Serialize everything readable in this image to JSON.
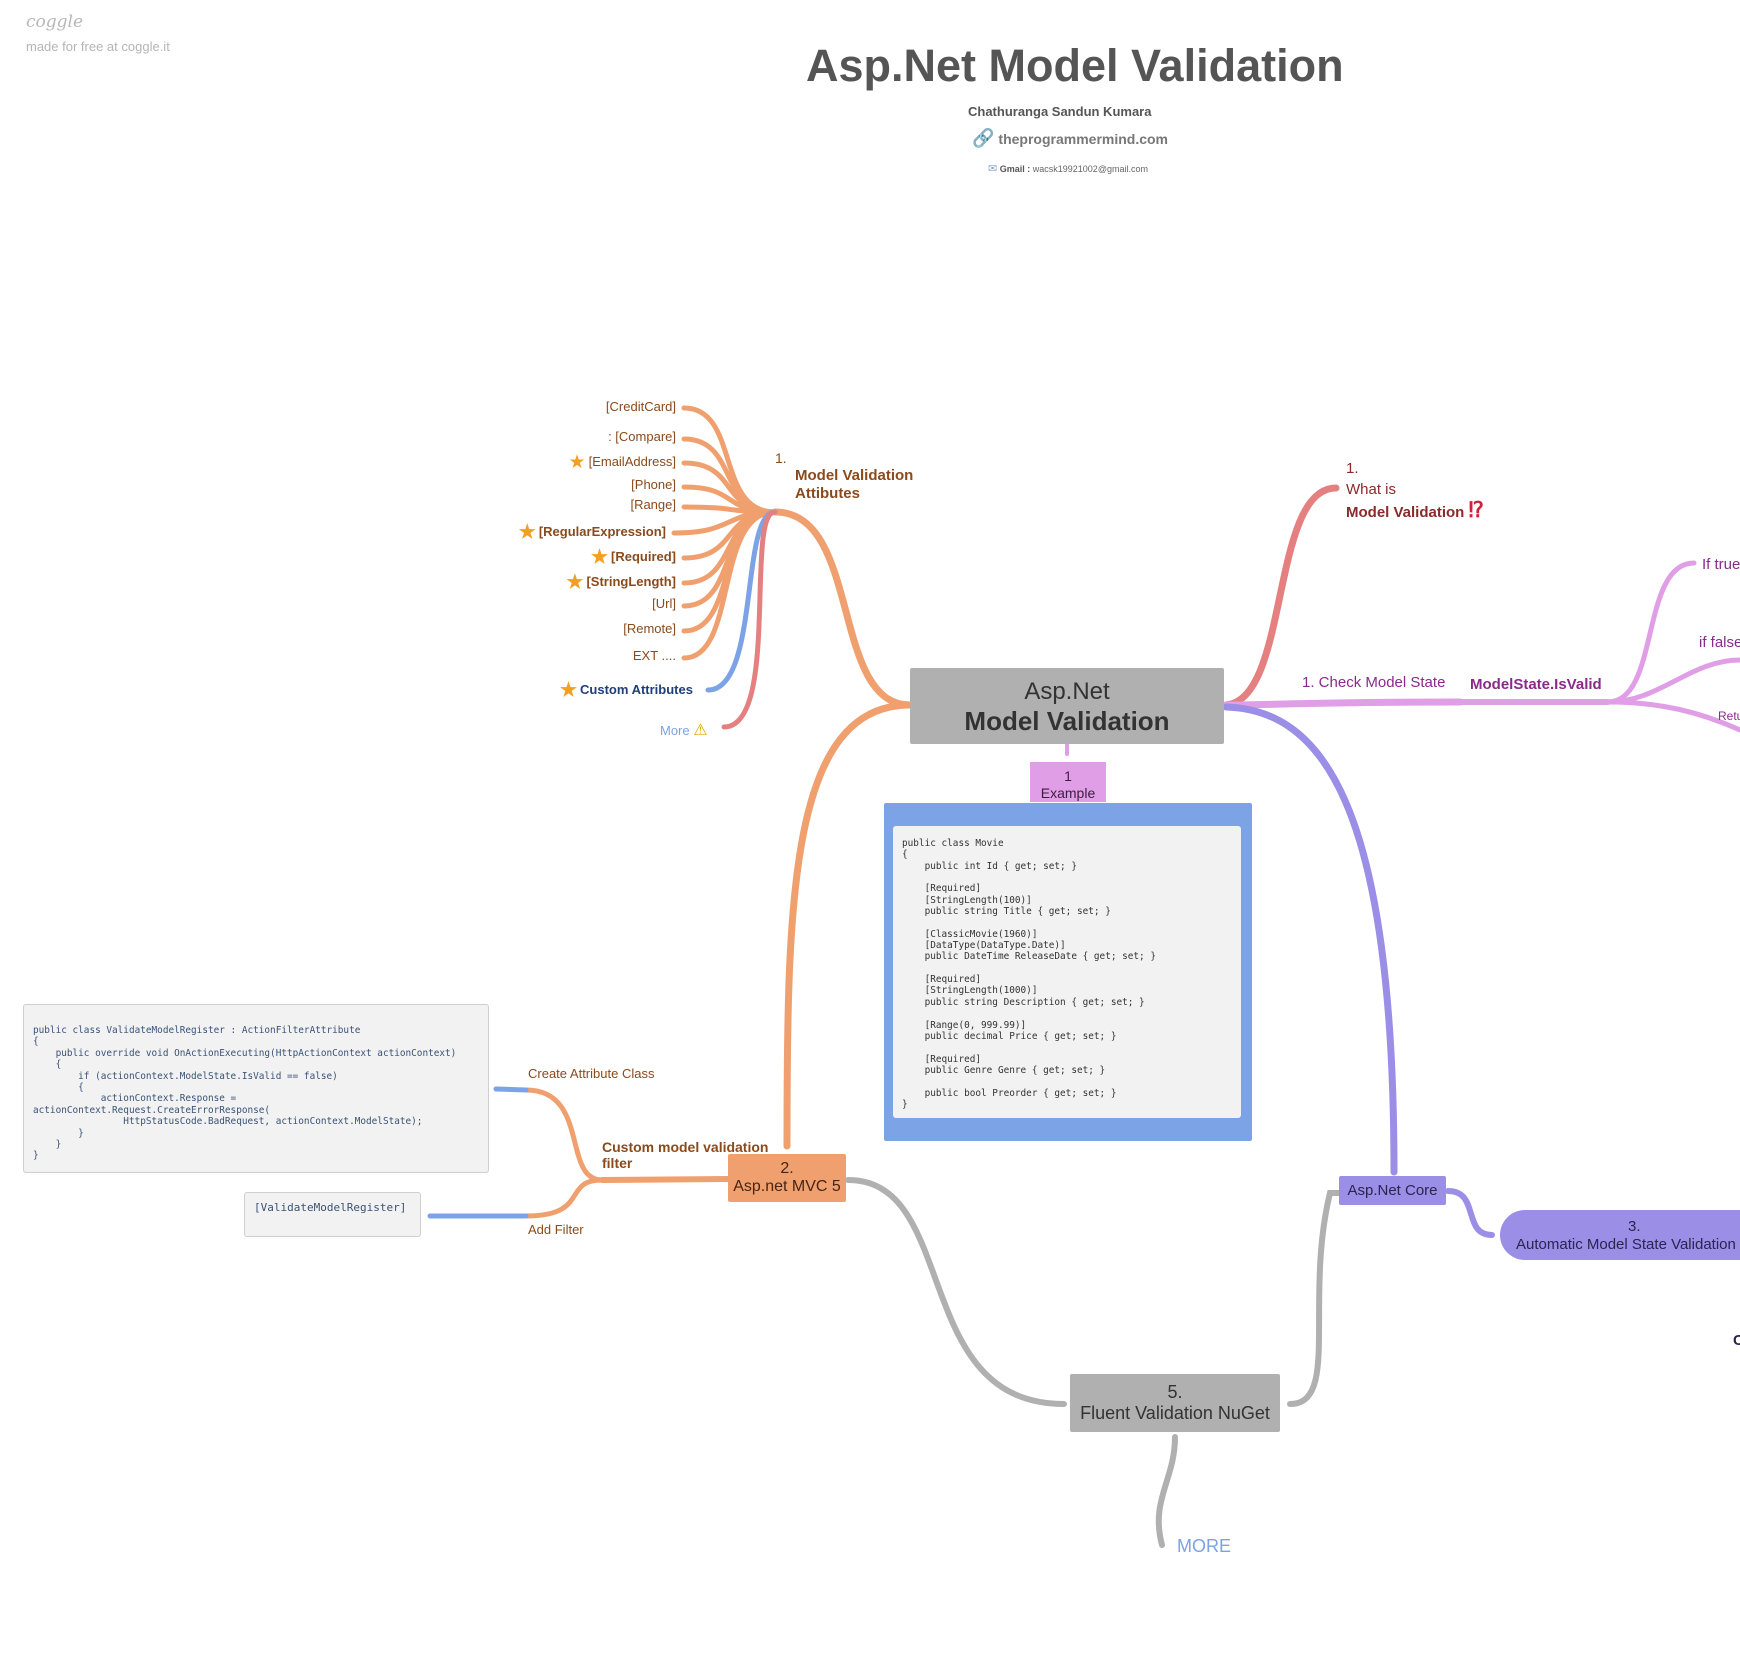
{
  "brand": {
    "logo": "coggle",
    "tagline": "made for free at coggle.it"
  },
  "header": {
    "title": "Asp.Net Model Validation",
    "author": "Chathuranga Sandun Kumara",
    "link_icon": "link-icon",
    "website": "theprogrammermind.com",
    "mail_icon": "envelope-icon",
    "gmail_label": "Gmail :",
    "gmail_address": "wacsk19921002@gmail.com"
  },
  "central": {
    "line1": "Asp.Net",
    "line2": "Model Validation"
  },
  "attributes_node": {
    "number": "1.",
    "title_line1": "Model Validation",
    "title_line2": "Attibutes"
  },
  "attributes": [
    {
      "label": "[CreditCard]",
      "starred": false,
      "bold": false
    },
    {
      "label": ": [Compare]",
      "starred": false,
      "bold": false
    },
    {
      "label": "[EmailAddress]",
      "starred": true,
      "bold": false
    },
    {
      "label": "[Phone]",
      "starred": false,
      "bold": false
    },
    {
      "label": "[Range]",
      "starred": false,
      "bold": false
    },
    {
      "label": "[RegularExpression]",
      "starred": true,
      "bold": true
    },
    {
      "label": "[Required]",
      "starred": true,
      "bold": true
    },
    {
      "label": "[StringLength]",
      "starred": true,
      "bold": true
    },
    {
      "label": "[Url]",
      "starred": false,
      "bold": false
    },
    {
      "label": "[Remote]",
      "starred": false,
      "bold": false
    },
    {
      "label": "EXT ....",
      "starred": false,
      "bold": false
    }
  ],
  "custom_attributes": {
    "label": "Custom Attributes",
    "icon": "star-icon"
  },
  "more_attributes": {
    "label": "More",
    "icon": "warning-icon"
  },
  "what_is": {
    "number": "1.",
    "line1": "What is",
    "line2": "Model Validation",
    "icon": "exclamation-question-icon"
  },
  "check_state": {
    "label": "1.  Check Model State",
    "property": "ModelState.IsValid",
    "if_true": "If true",
    "if_false": "if false",
    "return_partial": "Retu"
  },
  "example": {
    "number": "1",
    "label": "Example"
  },
  "example_code": "public class Movie\n{\n    public int Id { get; set; }\n\n    [Required]\n    [StringLength(100)]\n    public string Title { get; set; }\n\n    [ClassicMovie(1960)]\n    [DataType(DataType.Date)]\n    public DateTime ReleaseDate { get; set; }\n\n    [Required]\n    [StringLength(1000)]\n    public string Description { get; set; }\n\n    [Range(0, 999.99)]\n    public decimal Price { get; set; }\n\n    [Required]\n    public Genre Genre { get; set; }\n\n    public bool Preorder { get; set; }\n}",
  "filter_code": "public class ValidateModelRegister : ActionFilterAttribute\n{\n    public override void OnActionExecuting(HttpActionContext actionContext)\n    {\n        if (actionContext.ModelState.IsValid == false)\n        {\n            actionContext.Response =\nactionContext.Request.CreateErrorResponse(\n                HttpStatusCode.BadRequest, actionContext.ModelState);\n        }\n    }\n}",
  "filter_attr_code": "[ValidateModelRegister]",
  "mvc5": {
    "number": "2.",
    "label": "Asp.net MVC 5"
  },
  "custom_filter": {
    "line1": "Custom model validation",
    "line2": "filter"
  },
  "create_attribute_class": "Create Attribute Class",
  "add_filter": "Add Filter",
  "core": {
    "label": "Asp.Net Core"
  },
  "automatic": {
    "number": "3.",
    "label": "Automatic Model State Validation"
  },
  "edge_partial": "C",
  "fluent": {
    "number": "5.",
    "label": "Fluent Validation NuGet"
  },
  "more_link": "MORE",
  "colors": {
    "orange": "#f0a06e",
    "red": "#e58080",
    "blue": "#7ba3e5",
    "pink": "#e09ee6",
    "purple": "#9b8ee6",
    "grey": "#b0b0b0",
    "text_brown": "#8a4a1c",
    "star": "#f2a024"
  }
}
